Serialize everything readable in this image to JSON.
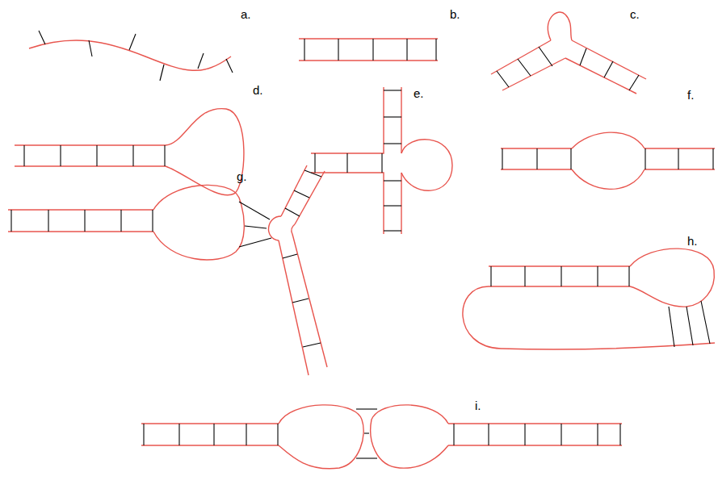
{
  "diagram": {
    "labels": [
      "a.",
      "b.",
      "c.",
      "d.",
      "e.",
      "f.",
      "g.",
      "h.",
      "i."
    ]
  }
}
